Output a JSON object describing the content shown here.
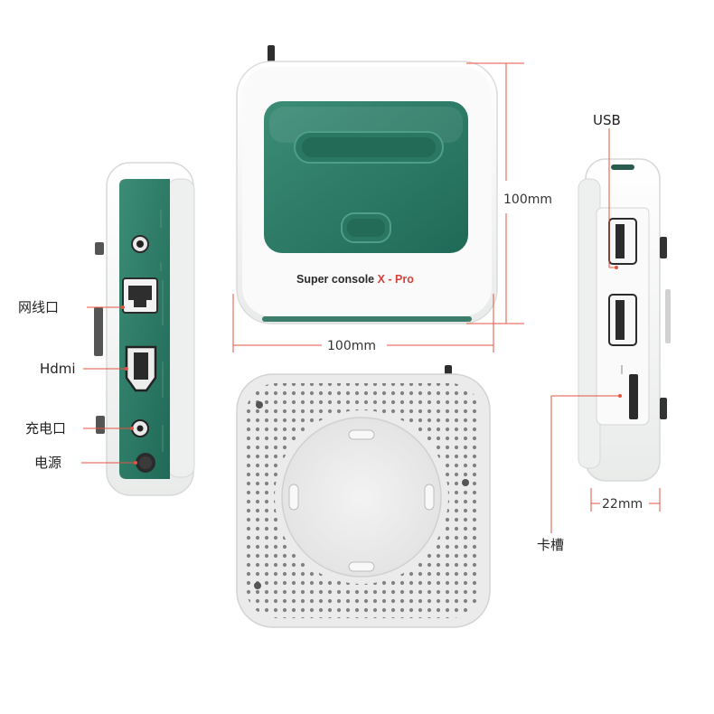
{
  "colors": {
    "panel_green": "#2f7f6a",
    "panel_green_dark": "#215e4e",
    "shell_white": "#f4f5f4",
    "shell_edge": "#d7dad8",
    "leader_line": "#e4533f",
    "dim_line": "#e4533f"
  },
  "product": {
    "brand_prefix": "Super console ",
    "brand_accent": "X - Pro"
  },
  "dimensions": {
    "height": "100mm",
    "width": "100mm",
    "depth": "22mm"
  },
  "ports_left": {
    "ethernet": "网线口",
    "hdmi": "Hdmi",
    "charging": "充电口",
    "power": "电源"
  },
  "ports_right": {
    "usb": "USB",
    "card_slot": "卡槽"
  },
  "icons": [
    "ethernet-port-icon",
    "hdmi-port-icon",
    "dc-jack-icon",
    "power-button-icon",
    "usb-port-icon",
    "sd-card-slot-icon",
    "antenna-icon",
    "speaker-grille-icon"
  ]
}
